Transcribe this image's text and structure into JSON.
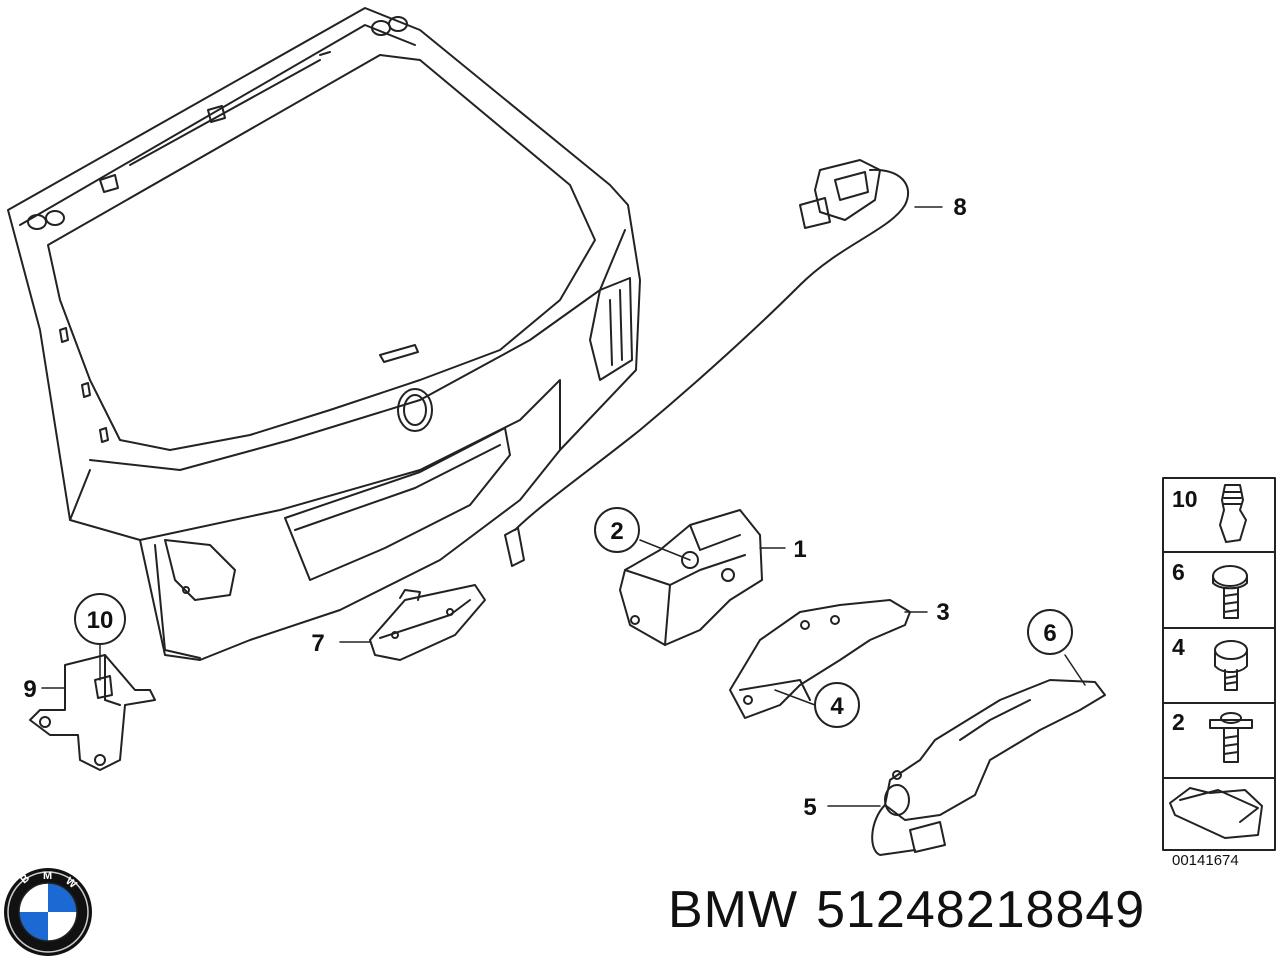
{
  "diagram": {
    "part_numbers": [
      "1",
      "2",
      "3",
      "4",
      "5",
      "6",
      "7",
      "8",
      "9",
      "10"
    ],
    "side_legend": [
      "10",
      "6",
      "4",
      "2"
    ],
    "diagram_id": "00141674"
  },
  "caption": {
    "brand": "BMW",
    "part_number": "51248218849"
  },
  "logo": {
    "text": "BMW",
    "colors": {
      "blue": "#1c69d4",
      "ring": "#111111",
      "white": "#ffffff"
    }
  }
}
